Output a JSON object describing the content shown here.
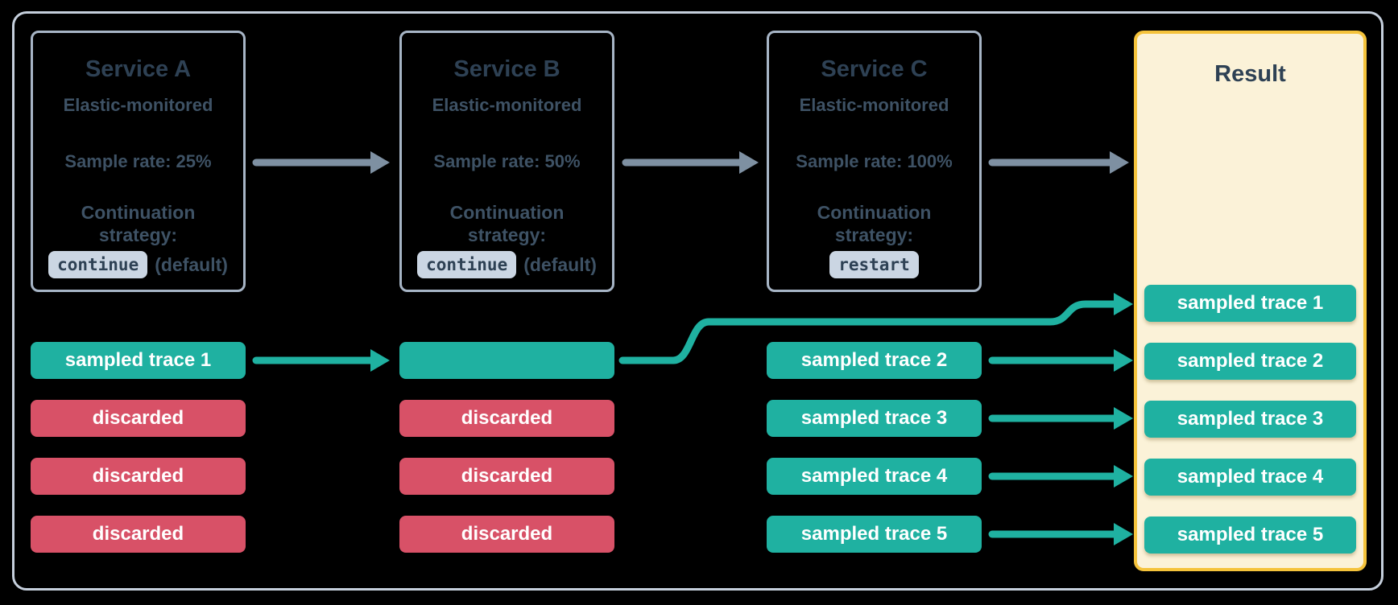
{
  "diagram": {
    "services": [
      {
        "name": "Service A",
        "monitored": "Elastic-monitored",
        "sample_rate": "Sample rate: 25%",
        "continuation_line1": "Continuation",
        "continuation_line2": "strategy:",
        "strategy_code": "continue",
        "strategy_note": "(default)"
      },
      {
        "name": "Service B",
        "monitored": "Elastic-monitored",
        "sample_rate": "Sample rate: 50%",
        "continuation_line1": "Continuation",
        "continuation_line2": "strategy:",
        "strategy_code": "continue",
        "strategy_note": "(default)"
      },
      {
        "name": "Service C",
        "monitored": "Elastic-monitored",
        "sample_rate": "Sample rate: 100%",
        "continuation_line1": "Continuation",
        "continuation_line2": "strategy:",
        "strategy_code": "restart",
        "strategy_note": ""
      }
    ],
    "trace_columns": [
      {
        "service": "Service A",
        "chips": [
          {
            "label": "sampled trace 1",
            "type": "sampled"
          },
          {
            "label": "discarded",
            "type": "discarded"
          },
          {
            "label": "discarded",
            "type": "discarded"
          },
          {
            "label": "discarded",
            "type": "discarded"
          }
        ]
      },
      {
        "service": "Service B",
        "chips": [
          {
            "label": "",
            "type": "sampled"
          },
          {
            "label": "discarded",
            "type": "discarded"
          },
          {
            "label": "discarded",
            "type": "discarded"
          },
          {
            "label": "discarded",
            "type": "discarded"
          }
        ]
      },
      {
        "service": "Service C",
        "chips": [
          {
            "label": "sampled trace 2",
            "type": "sampled"
          },
          {
            "label": "sampled trace 3",
            "type": "sampled"
          },
          {
            "label": "sampled trace 4",
            "type": "sampled"
          },
          {
            "label": "sampled trace 5",
            "type": "sampled"
          }
        ]
      }
    ],
    "result": {
      "title": "Result",
      "chips": [
        "sampled trace 1",
        "sampled trace 2",
        "sampled trace 3",
        "sampled trace 4",
        "sampled trace 5"
      ]
    },
    "arrows": [
      {
        "from": "Service A",
        "to": "Service B",
        "kind": "service-flow"
      },
      {
        "from": "Service B",
        "to": "Service C",
        "kind": "service-flow"
      },
      {
        "from": "Service C",
        "to": "Result",
        "kind": "service-flow"
      },
      {
        "from": "sampled trace 1 (Service A)",
        "to": "Service B",
        "kind": "trace"
      },
      {
        "from": "sampled trace 1 (Service B)",
        "to": "Result: sampled trace 1",
        "kind": "trace-curve"
      },
      {
        "from": "sampled trace 2 (Service C)",
        "to": "Result: sampled trace 2",
        "kind": "trace"
      },
      {
        "from": "sampled trace 3 (Service C)",
        "to": "Result: sampled trace 3",
        "kind": "trace"
      },
      {
        "from": "sampled trace 4 (Service C)",
        "to": "Result: sampled trace 4",
        "kind": "trace"
      },
      {
        "from": "sampled trace 5 (Service C)",
        "to": "Result: sampled trace 5",
        "kind": "trace"
      }
    ],
    "colors": {
      "sampled_teal": "#1FB1A1",
      "discarded_red": "#D85167",
      "service_text": "#2E4154",
      "body_text": "#3E5265",
      "gray_arrow": "#7E90A2",
      "box_border": "#A7B5C6",
      "frame_border": "#C5CFDC",
      "code_chip_bg": "#CBD6E3",
      "result_bg": "#FBF2D8",
      "result_border": "#F5C33B",
      "background": "#000000"
    }
  }
}
